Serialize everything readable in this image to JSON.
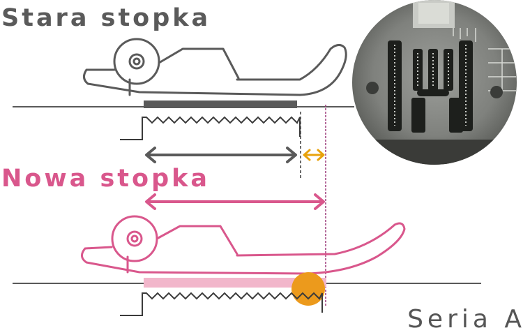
{
  "labels": {
    "old_foot": "Stara stopka",
    "new_foot": "Nowa stopka",
    "series": "Seria A"
  },
  "icons": {
    "old_foot": "presser-foot-old-icon",
    "new_foot": "presser-foot-new-icon",
    "feed_dogs": "feed-dogs-icon",
    "difference_arrow": "double-arrow-icon",
    "extra_teeth": "highlight-circle-icon"
  },
  "colors": {
    "old": "#5a5a5a",
    "new": "#d9578c",
    "new_light": "#f2b6cb",
    "accent": "#e8a20c",
    "highlight": "#ec9a1c",
    "series": "#555555"
  }
}
